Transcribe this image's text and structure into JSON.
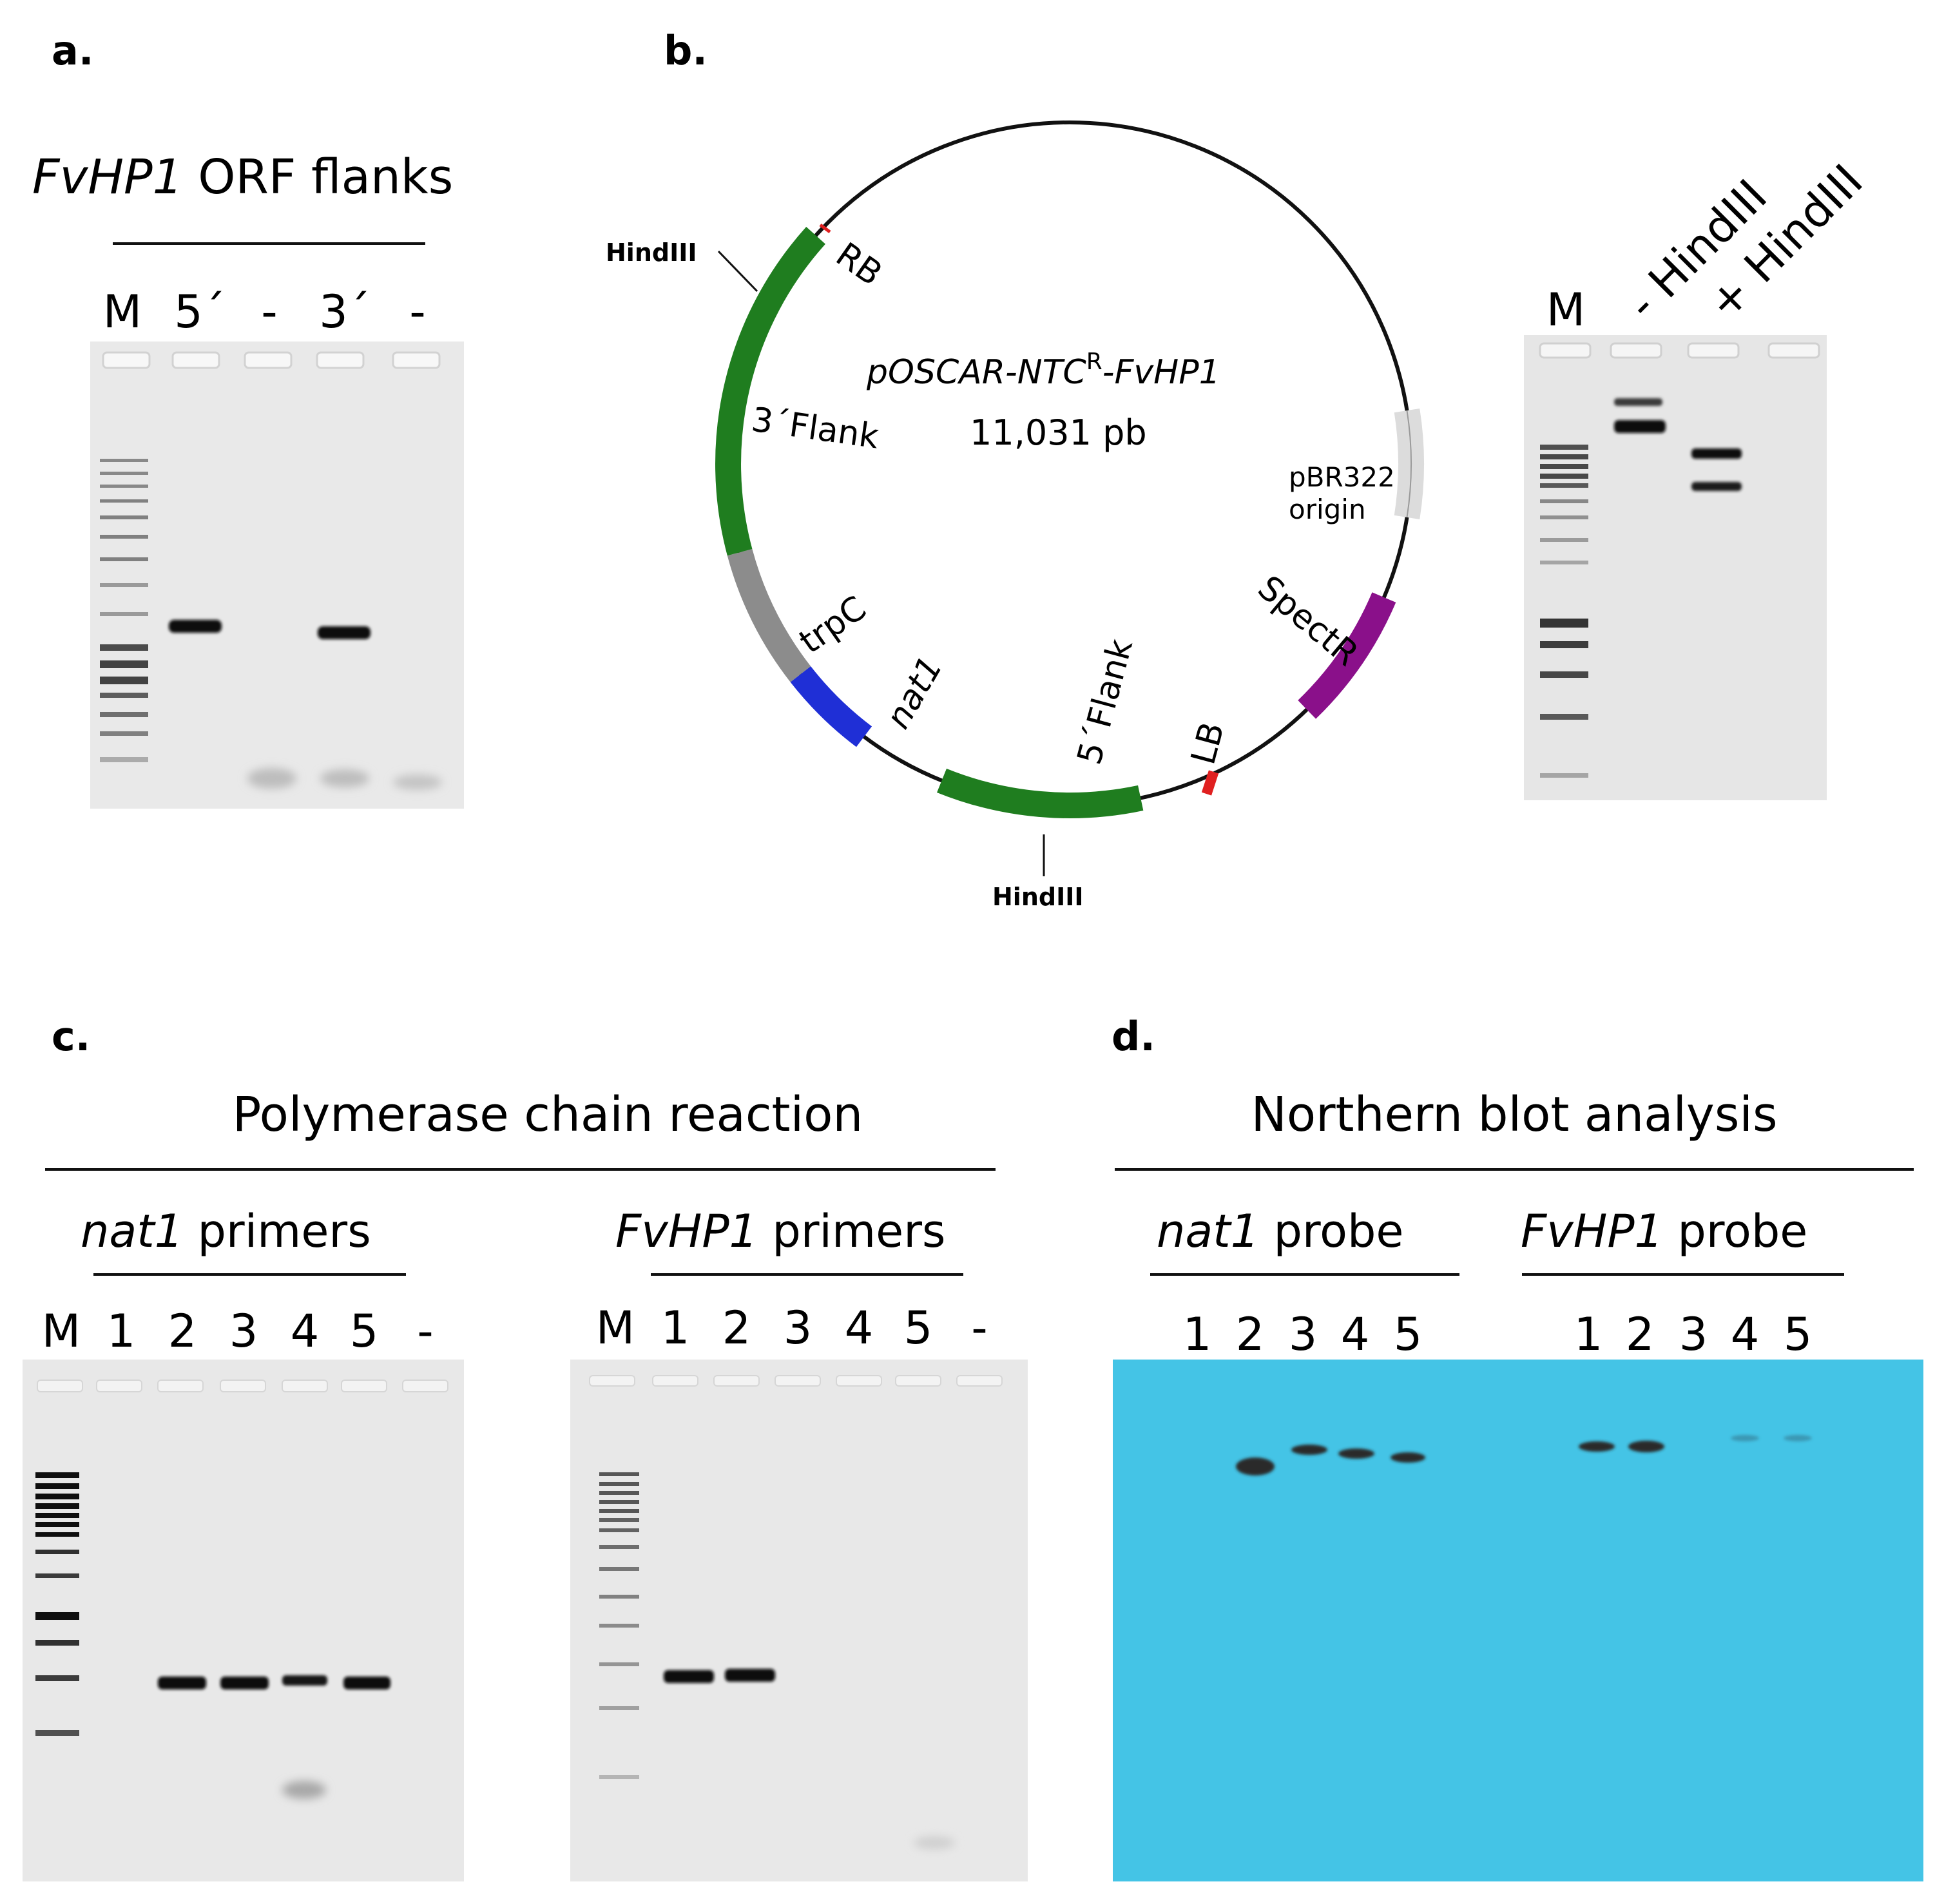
{
  "panels": {
    "a": {
      "letter": "a.",
      "title_italic": "FvHP1",
      "title_rest": " ORF flanks",
      "lanes": [
        "M",
        "5´",
        "-",
        "3´",
        "-"
      ]
    },
    "b": {
      "letter": "b.",
      "plasmid_name_prefix": "pOSCAR-NTC",
      "plasmid_name_sup": "R",
      "plasmid_name_suffix": "-FvHP1",
      "plasmid_size": "11,031 pb",
      "features": {
        "rb": "RB",
        "lb": "LB",
        "flank3": "3´Flank",
        "flank5": "5´Flank",
        "trpc": "trpC",
        "nat1": "nat1",
        "spectr": "SpectR",
        "pbr_line1": "pBR322",
        "pbr_line2": "origin",
        "hind_top": "HindIII",
        "hind_bottom": "HindIII"
      },
      "gel_lanes": [
        "M",
        "- HindIII",
        "+ HindIII"
      ]
    },
    "c": {
      "letter": "c.",
      "title": "Polymerase chain reaction",
      "left_sub_italic": "nat1",
      "left_sub_rest": " primers",
      "right_sub_italic": "FvHP1",
      "right_sub_rest": " primers",
      "left_lanes": [
        "M",
        "1",
        "2",
        "3",
        "4",
        "5",
        "-"
      ],
      "right_lanes": [
        "M",
        "1",
        "2",
        "3",
        "4",
        "5",
        "-"
      ]
    },
    "d": {
      "letter": "d.",
      "title": "Northern blot analysis",
      "left_sub_italic": "nat1",
      "left_sub_rest": " probe",
      "right_sub_italic": "FvHP1",
      "right_sub_rest": " probe",
      "left_lanes": [
        "1",
        "2",
        "3",
        "4",
        "5"
      ],
      "right_lanes": [
        "1",
        "2",
        "3",
        "4",
        "5"
      ]
    }
  },
  "colors": {
    "gel_bg": "#e9e9e9",
    "band": "#0d0d0d",
    "blot_bg": "#44c4e6",
    "blot_band": "#2a2a2a",
    "flank_green": "#1f7d1f",
    "trpc_gray": "#8c8c8c",
    "nat1_blue": "#1f2fd6",
    "spectr_purple": "#8a108a",
    "pbr_light": "#dcdcdc",
    "site_red": "#e02020"
  }
}
